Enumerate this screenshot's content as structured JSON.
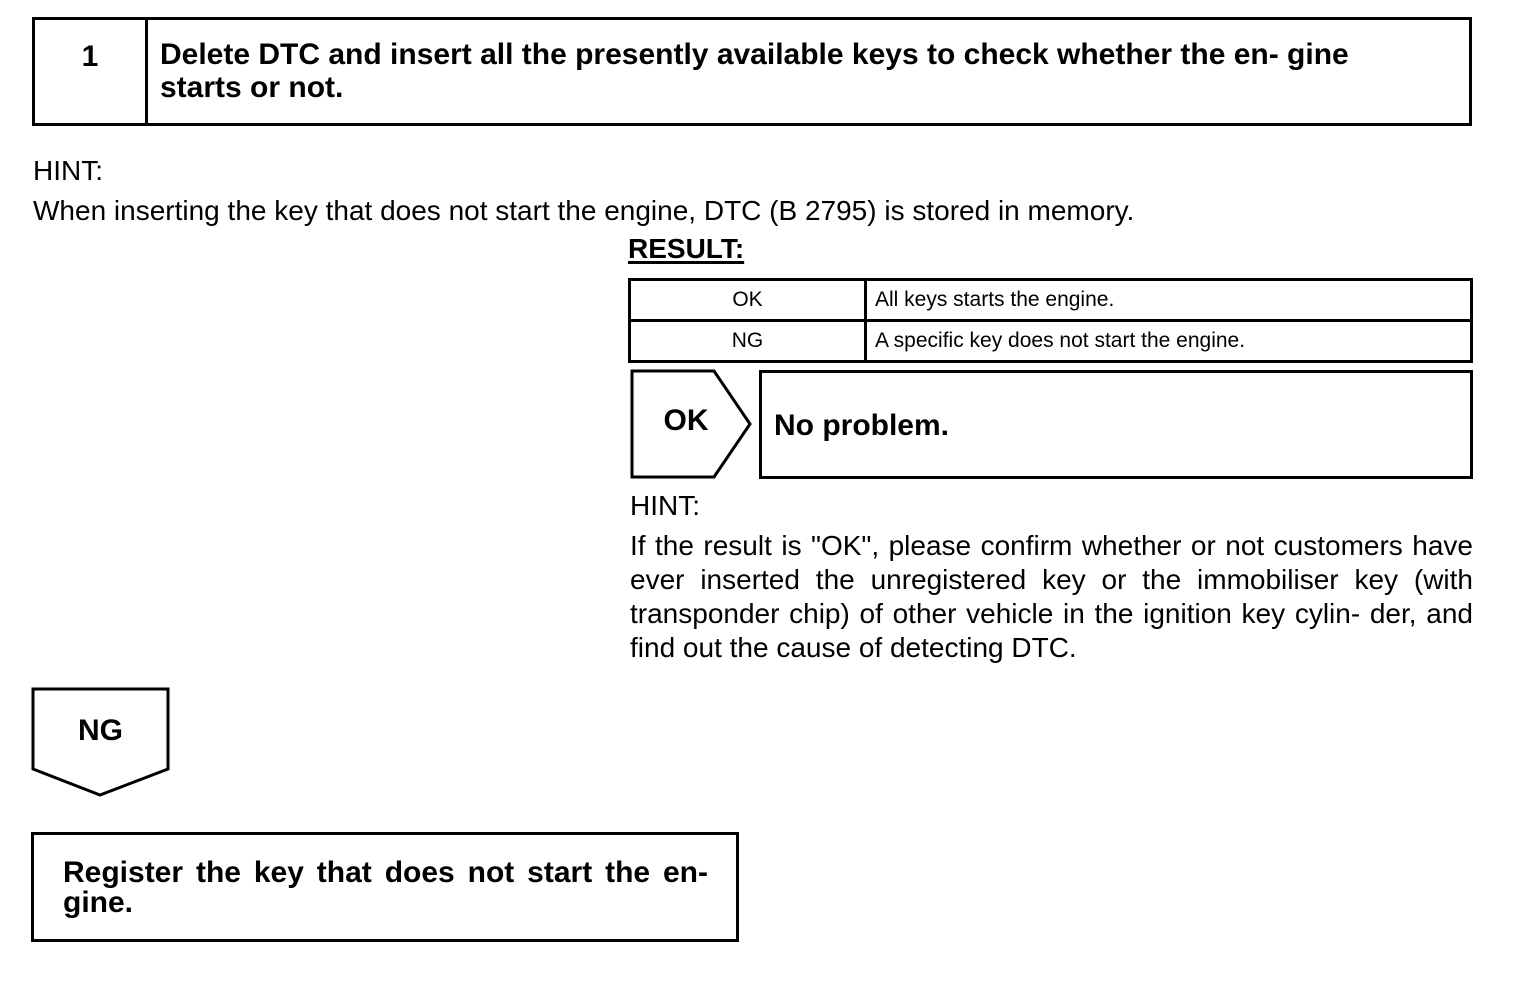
{
  "step": {
    "number": "1",
    "title": "Delete DTC and insert all the presently available keys to check whether the en- gine starts or not."
  },
  "hint1": {
    "label": "HINT:",
    "text": "When inserting the key that does not start the engine, DTC (B 2795) is stored in memory."
  },
  "result": {
    "label": "RESULT:",
    "rows": [
      {
        "code": "OK",
        "description": "All keys starts the engine."
      },
      {
        "code": "NG",
        "description": "A specific key does not start the engine."
      }
    ]
  },
  "ok_branch": {
    "label": "OK",
    "text": "No problem."
  },
  "hint2": {
    "label": "HINT:",
    "text": "If the result is \"OK\", please confirm whether or not customers have ever inserted the unregistered key or the immobiliser key (with transponder chip) of other vehicle in the ignition key cylin- der, and find out the cause of detecting DTC."
  },
  "ng_branch": {
    "label": "NG",
    "text": "Register the key that does not start the en- gine."
  }
}
